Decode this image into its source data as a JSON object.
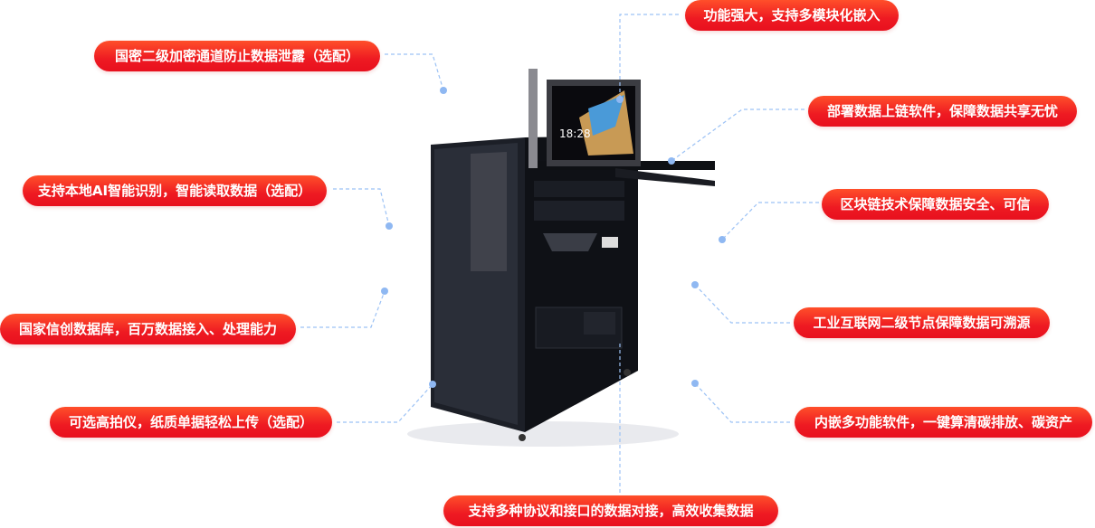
{
  "features": [
    {
      "text": "国密二级加密通道防止数据泄露（选配）"
    },
    {
      "text": "功能强大，支持多模块化嵌入"
    },
    {
      "text": "部署数据上链软件，保障数据共享无忧"
    },
    {
      "text": "支持本地AI智能识别，智能读取数据（选配）"
    },
    {
      "text": "区块链技术保障数据安全、可信"
    },
    {
      "text": "国家信创数据库，百万数据接入、处理能力"
    },
    {
      "text": "工业互联网二级节点保障数据可溯源"
    },
    {
      "text": "可选高拍仪，纸质单据轻松上传（选配）"
    },
    {
      "text": "内嵌多功能软件，一键算清碳排放、碳资产"
    },
    {
      "text": "支持多种协议和接口的数据对接，高效收集数据"
    }
  ],
  "product": {
    "screen_time": "18:28"
  },
  "colors": {
    "pill": "#ee1a22",
    "connector": "#9cc2f5",
    "cabinet": "#14161c"
  }
}
